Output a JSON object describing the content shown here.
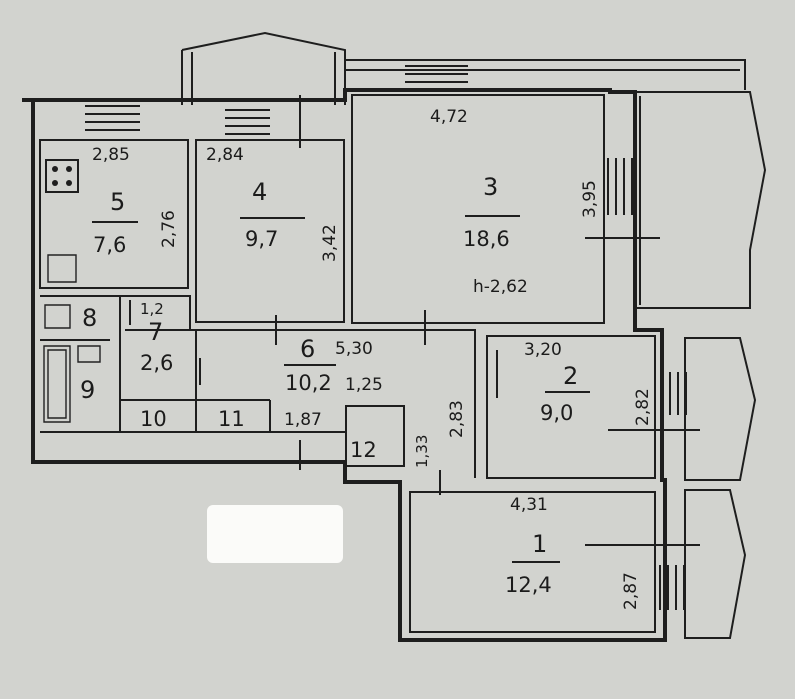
{
  "rooms": [
    {
      "number": "1",
      "area": "12,4",
      "width": "4,31",
      "depth": "2,87"
    },
    {
      "number": "2",
      "area": "9,0",
      "width": "3,20",
      "depth": "2,82"
    },
    {
      "number": "3",
      "area": "18,6",
      "width": "4,72",
      "depth": "3,95",
      "height_note": "h-2,62"
    },
    {
      "number": "4",
      "area": "9,7",
      "width": "2,84",
      "depth": "3,42"
    },
    {
      "number": "5",
      "area": "7,6",
      "width": "2,85",
      "depth": "2,76"
    },
    {
      "number": "6",
      "area": "10,2",
      "width": "5,30",
      "depth": "2,83"
    },
    {
      "number": "7",
      "area": "2,6",
      "width": "1,2"
    }
  ],
  "small_rooms": [
    {
      "number": "8"
    },
    {
      "number": "9"
    },
    {
      "number": "10"
    },
    {
      "number": "11"
    },
    {
      "number": "12",
      "depth": "1,33"
    }
  ],
  "corridor_dims": {
    "d1": "1,25",
    "d2": "1,87"
  }
}
